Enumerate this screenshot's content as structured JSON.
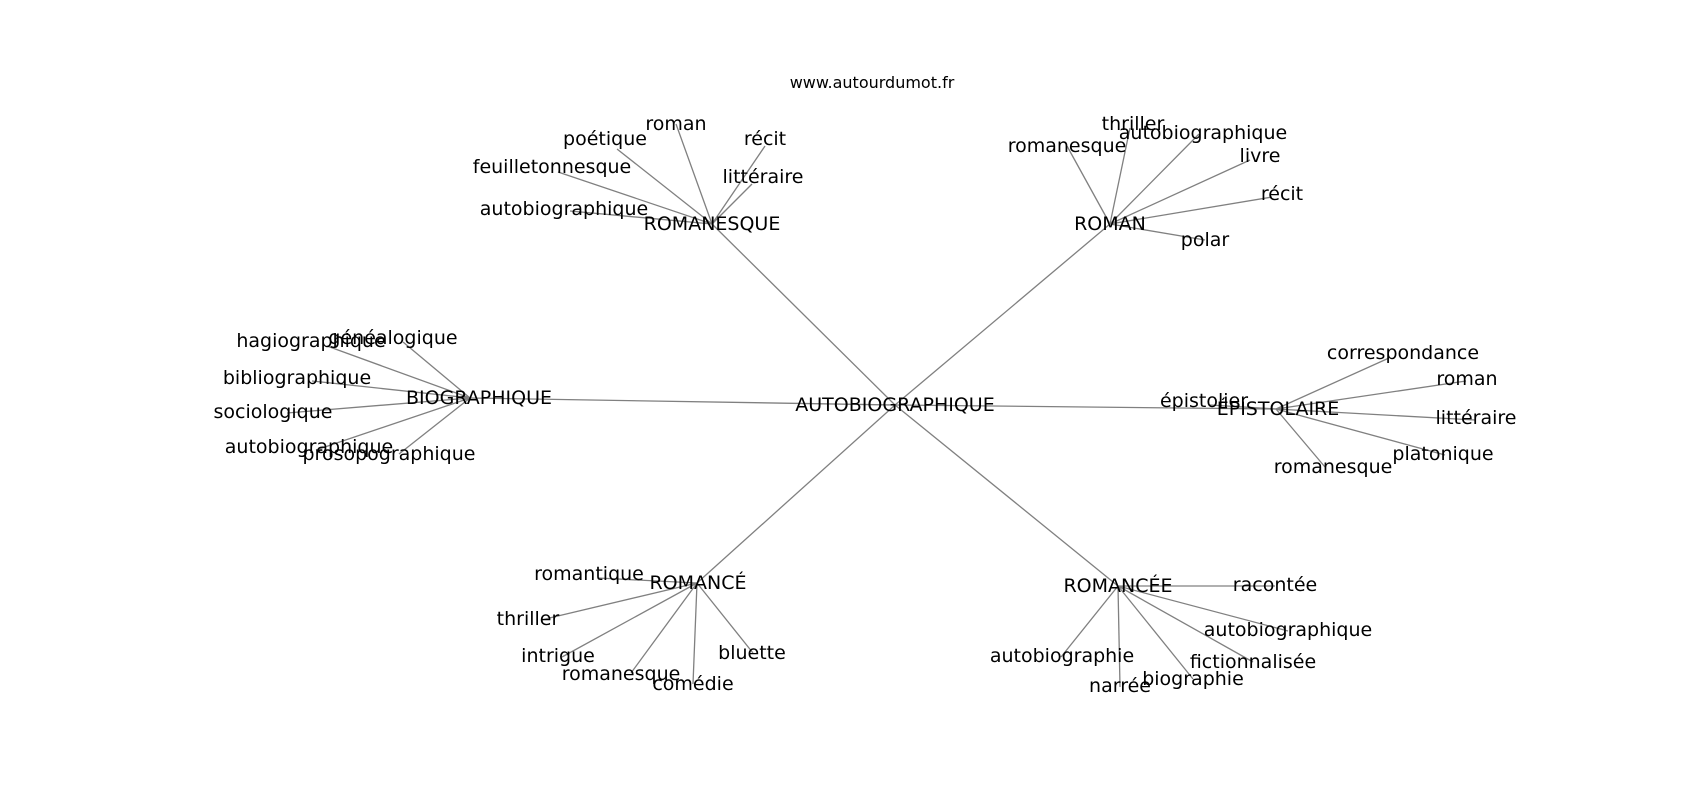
{
  "header": {
    "site": "www.autourdumot.fr"
  },
  "graph": {
    "root": "AUTOBIOGRAPHIQUE",
    "hubs": [
      {
        "id": "romanesque",
        "label": "ROMANESQUE",
        "leaves": [
          "roman",
          "poétique",
          "récit",
          "feuilletonnesque",
          "littéraire",
          "autobiographique"
        ]
      },
      {
        "id": "roman",
        "label": "ROMAN",
        "leaves": [
          "thriller",
          "romanesque",
          "autobiographique",
          "livre",
          "récit",
          "polar"
        ]
      },
      {
        "id": "biographique",
        "label": "BIOGRAPHIQUE",
        "leaves": [
          "hagiographique",
          "généalogique",
          "bibliographique",
          "sociologique",
          "autobiographique",
          "prosopographique"
        ]
      },
      {
        "id": "epistolaire",
        "label": "ÉPISTOLAIRE",
        "leaves": [
          "correspondance",
          "roman",
          "épistolier",
          "littéraire",
          "platonique",
          "romanesque"
        ]
      },
      {
        "id": "romance",
        "label": "ROMANCÉ",
        "leaves": [
          "romantique",
          "thriller",
          "intrigue",
          "romanesque",
          "comédie",
          "bluette"
        ]
      },
      {
        "id": "romancee",
        "label": "ROMANCÉE",
        "leaves": [
          "racontée",
          "autobiographique",
          "fictionnalisée",
          "autobiographie",
          "narrée",
          "biographie"
        ]
      }
    ]
  }
}
